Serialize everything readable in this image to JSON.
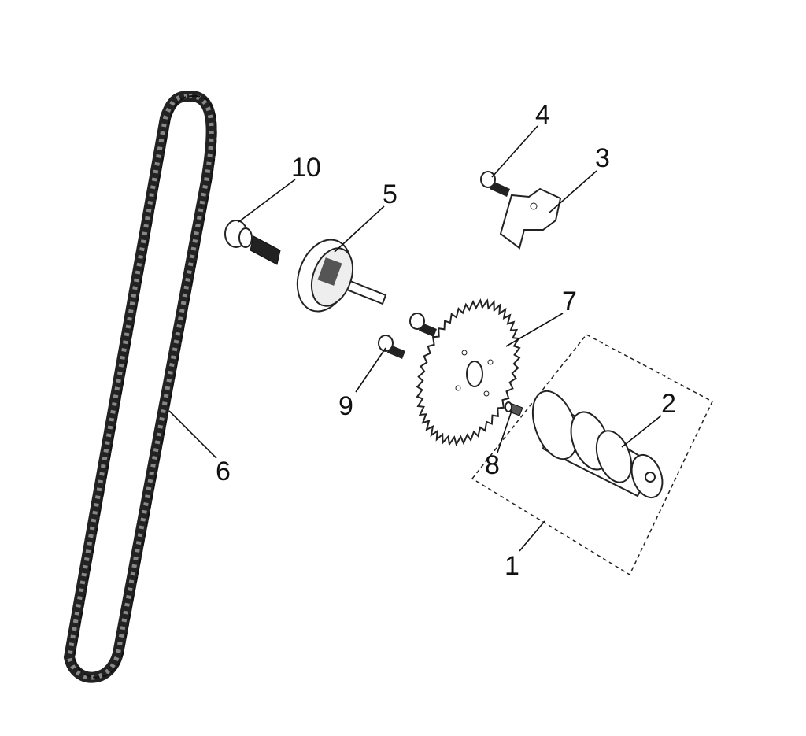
{
  "diagram": {
    "type": "exploded-parts-diagram",
    "callouts": [
      {
        "id": "1",
        "label": "1",
        "part": "camshaft-assembly"
      },
      {
        "id": "2",
        "label": "2",
        "part": "camshaft"
      },
      {
        "id": "3",
        "label": "3",
        "part": "retainer-plate"
      },
      {
        "id": "4",
        "label": "4",
        "part": "plate-bolt"
      },
      {
        "id": "5",
        "label": "5",
        "part": "decompressor-weight"
      },
      {
        "id": "6",
        "label": "6",
        "part": "timing-chain"
      },
      {
        "id": "7",
        "label": "7",
        "part": "cam-sprocket"
      },
      {
        "id": "8",
        "label": "8",
        "part": "dowel-pin"
      },
      {
        "id": "9",
        "label": "9",
        "part": "sprocket-bolt"
      },
      {
        "id": "10",
        "label": "10",
        "part": "center-bolt"
      }
    ]
  }
}
